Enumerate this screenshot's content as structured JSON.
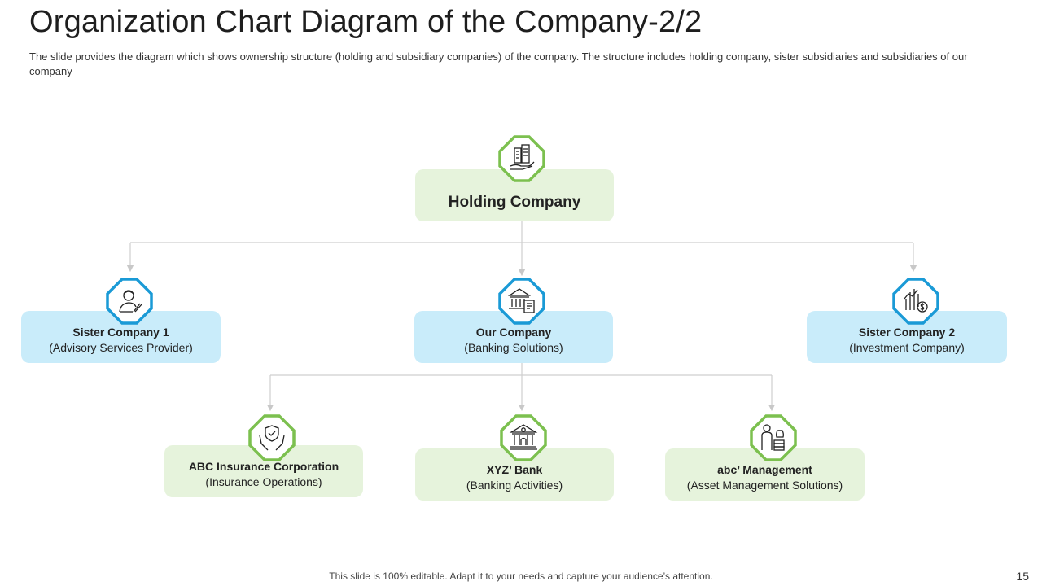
{
  "slide": {
    "title": "Organization Chart Diagram of the Company-2/2",
    "subtitle": "The slide provides the diagram which shows ownership structure (holding and subsidiary companies) of the company. The structure includes holding company, sister subsidiaries and subsidiaries of our company",
    "footer": "This slide is 100% editable. Adapt it to your needs and capture your audience’s attention.",
    "page_number": "15"
  },
  "colors": {
    "green_fill": "#e6f3dc",
    "green_accent": "#7cc04f",
    "blue_fill": "#c9ecfa",
    "blue_accent": "#1a9ad6",
    "connector": "#cfcfcf"
  },
  "nodes": {
    "holding": {
      "name": "Holding Company",
      "desc": "",
      "icon": "building-hand-icon"
    },
    "sister1": {
      "name": "Sister Company 1",
      "desc": "(Advisory Services Provider)",
      "icon": "person-writing-icon"
    },
    "our_company": {
      "name": "Our Company",
      "desc": "(Banking Solutions)",
      "icon": "bank-document-icon"
    },
    "sister2": {
      "name": "Sister Company 2",
      "desc": "(Investment Company)",
      "icon": "dollar-growth-icon"
    },
    "abc_insurance": {
      "name": "ABC Insurance Corporation",
      "desc": "(Insurance Operations)",
      "icon": "hands-shield-icon"
    },
    "xyz_bank": {
      "name": "XYZ’ Bank",
      "desc": "(Banking Activities)",
      "icon": "bank-building-icon"
    },
    "abc_management": {
      "name": "abc’ Management",
      "desc": "(Asset Management Solutions)",
      "icon": "person-money-icon"
    }
  }
}
